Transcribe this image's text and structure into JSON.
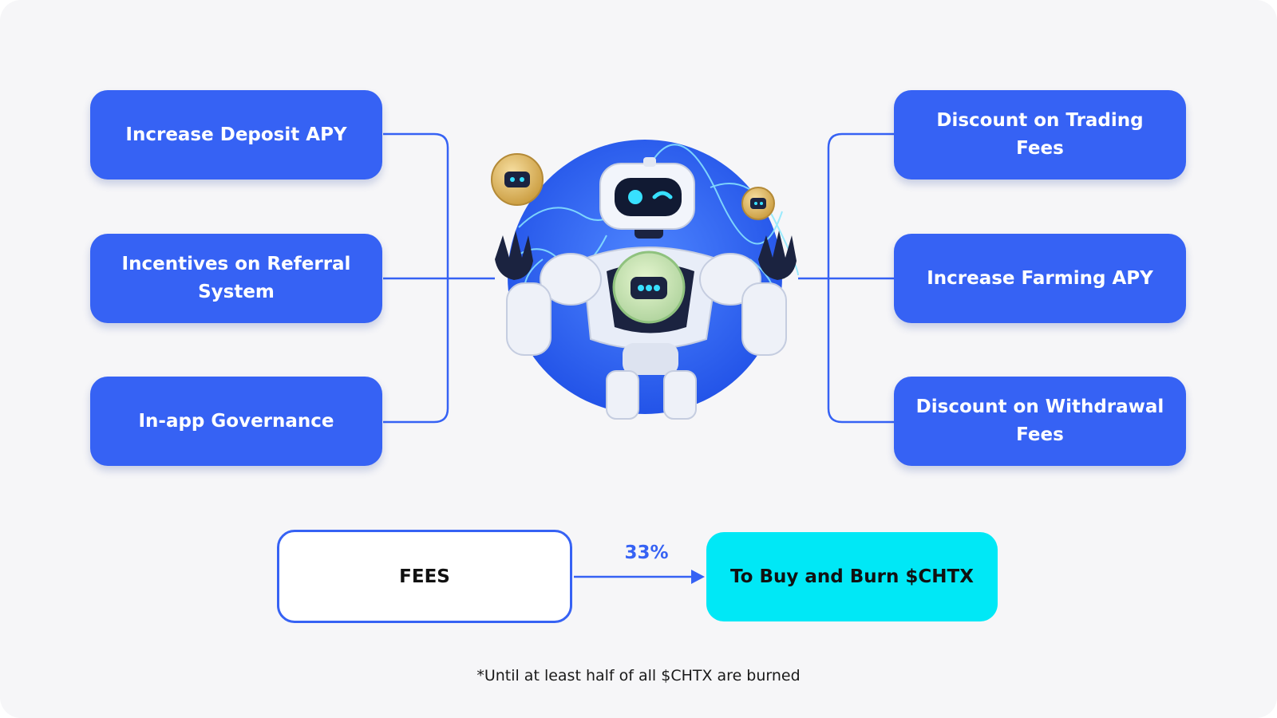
{
  "left_boxes": [
    {
      "label": "Increase Deposit APY"
    },
    {
      "label": "Incentives on Referral System"
    },
    {
      "label": "In-app Governance"
    }
  ],
  "right_boxes": [
    {
      "label": "Discount on Trading Fees"
    },
    {
      "label": "Increase Farming APY"
    },
    {
      "label": "Discount on Withdrawal Fees"
    }
  ],
  "flow": {
    "source": "FEES",
    "percent": "33%",
    "target": "To Buy and Burn $CHTX"
  },
  "footnote": "*Until at least half of all $CHTX are burned",
  "colors": {
    "box_blue": "#3662f4",
    "cyan": "#00e8f6",
    "background": "#f6f6f8",
    "coin_gold": "#d9b25a"
  },
  "icons": [
    "robot-illustration",
    "chat-coin-icon"
  ]
}
